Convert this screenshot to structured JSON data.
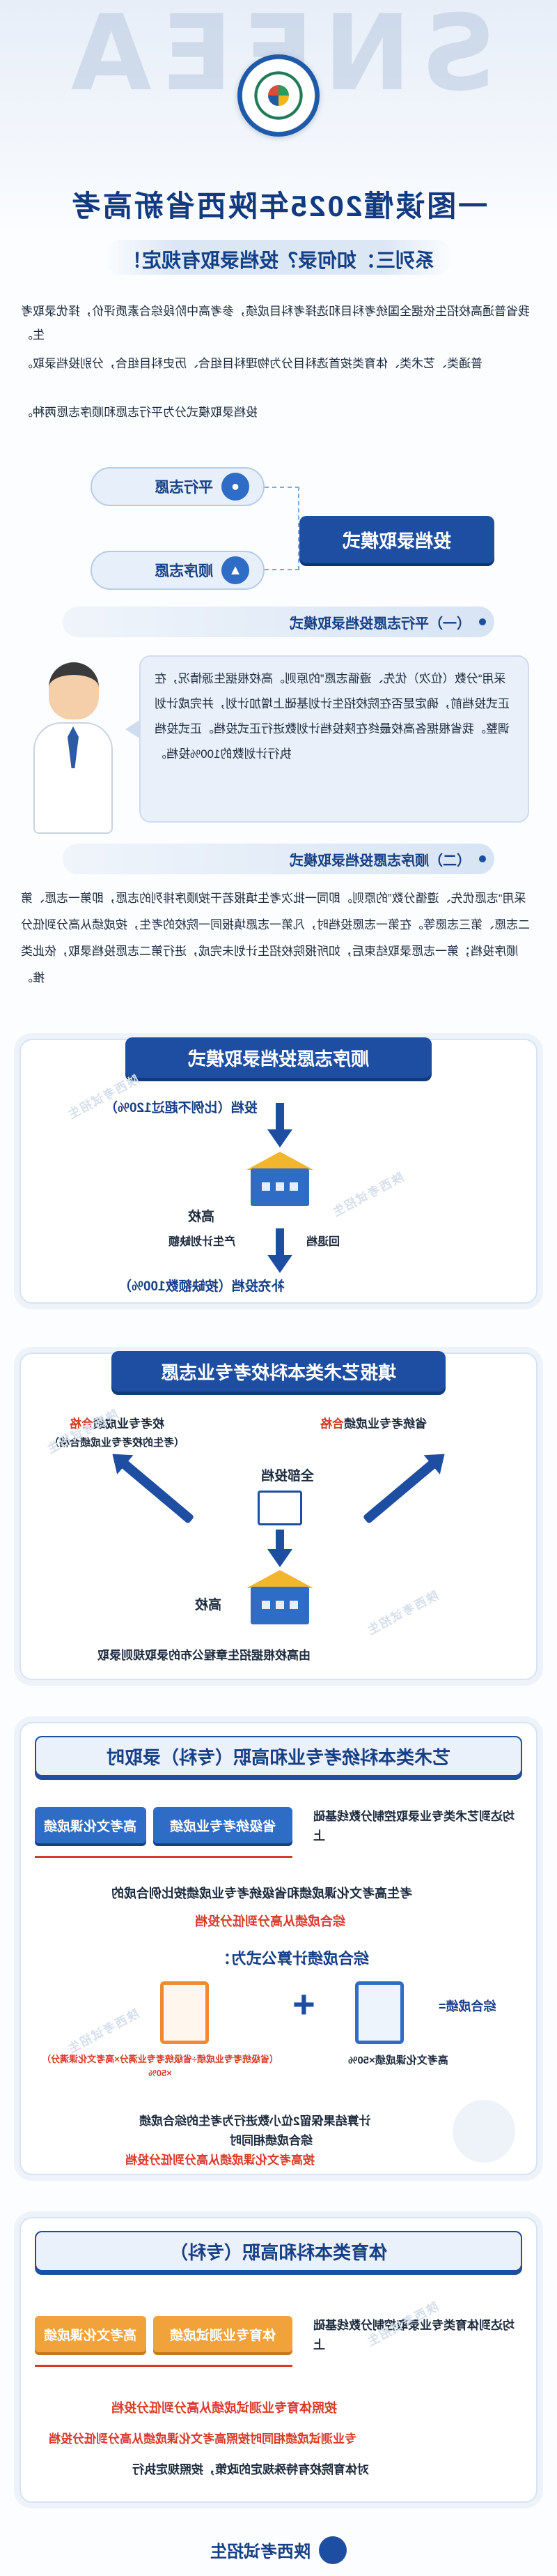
{
  "header": {
    "bg_letters": "SNEEA",
    "logo_caption": "SNEEA",
    "title": "一图读懂2025年陕西省新高考",
    "series": "系列三：如何录？投档录取有规定！"
  },
  "intro": {
    "p1": "我省普通高校招生依据全国统考科目和选择考科目成绩，参考高中阶段综合素质评价，择优录取考生。",
    "p2": "普通类、艺术类、体育类按首选科目分为物理科目组合、历史科目组合，分别投档录取。",
    "p3": "投档录取模式分为平行志愿和顺序志愿两种。"
  },
  "modes": {
    "center": "投档录取模式",
    "parallel": "平行志愿",
    "sequential": "顺序志愿"
  },
  "section1": {
    "heading": "（一）平行志愿投档录取模式",
    "text": "采用“分数（位次）优先、遵循志愿”的原则。高校根据生源情况，在正式投档前，确定是否在院校招生计划基础上增加计划，并完成计划调整。我省根据各高校最终在陕投档计划数进行正式投档。正式投档执行计划数的100%投档。"
  },
  "section2": {
    "heading": "（二）顺序志愿投档录取模式",
    "text": "采用“志愿优先、遵循分数”的原则。即同一批次考生填报若干按顺序排列的志愿，即第一志愿、第二志愿、第三志愿等。在第一志愿投档时，凡第一志愿填报同一院校的考生，按成绩从高分到低分顺序投档；第一志愿录取结束后，如所报院校招生计划未完成，进行第二志愿投档录取，依此类推。"
  },
  "card1": {
    "title": "顺序志愿投档录取模式",
    "step1": "投档（比例不超过120%）",
    "school": "高校",
    "shortfall": "产生计划缺额",
    "return": "回退档",
    "step2": "补充投档（按缺额数100%）"
  },
  "card2": {
    "title": "填报艺术类本科校考专业志愿",
    "left_a": "校考专业成绩",
    "left_a_red": "合格",
    "left_b": "（考生的校考专业成绩合格）",
    "right_a": "省统考专业成绩",
    "right_a_red": "合格",
    "all": "全部投档",
    "school": "高校",
    "note": "由高校根据招生章程公布的录取规则录取"
  },
  "card3": {
    "title": "艺术类本科统考专业和高职（专科）录取时",
    "btn_culture": "高考文化课成绩",
    "btn_major": "省级统考专业成绩",
    "req": "均达到艺术类专业录取控制分数线基础上",
    "line1": "考生高考文化课成绩和省级统考专业成绩按比例合成的",
    "line2": "综合成绩从高分到低分投档",
    "formula_title": "综合成绩计算公式为：",
    "formula_left": "综合成绩=",
    "formula_a": "高考文化课成绩×50%",
    "formula_b": "（省级统考专业成绩÷省级统考专业满分×高考文化课满分）×50%",
    "calc1": "计算结果保留2位小数进行为考生的综合成绩",
    "calc2": "综合成绩相同时",
    "calc3": "按高考文化课成绩从高分到低分投档"
  },
  "card4": {
    "title": "体育类本科和高职（专科）",
    "btn_culture": "高考文化课成绩",
    "btn_major": "体育专业测试成绩",
    "req": "均达到体育类专业录取控制分数线基础上",
    "line1": "按照体育专业测试成绩从高分到低分投档",
    "line2": "专业测试成绩相同时按照高考文化课成绩从高分到低分投档",
    "line3": "对体育院校有特殊规定的政策，按照规定执行"
  },
  "footer": {
    "brand": "陕西考试招生"
  },
  "watermarks": [
    "陕西考试招生",
    "陕西考试招生",
    "陕西考试招生",
    "陕西考试招生",
    "陕西考试招生",
    "陕西考试招生"
  ]
}
